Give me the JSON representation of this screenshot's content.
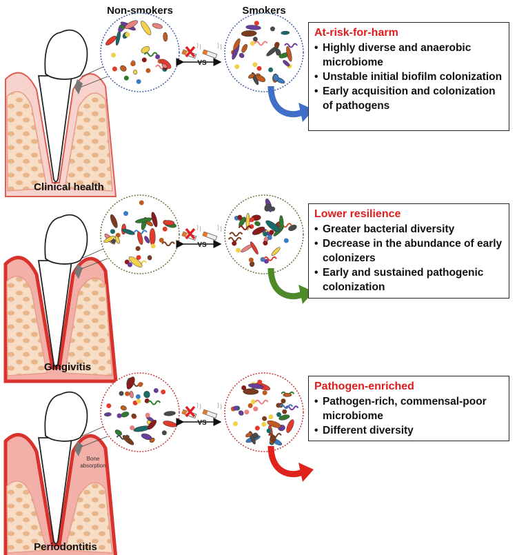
{
  "headers": {
    "non_smokers": "Non-smokers",
    "smokers": "Smokers"
  },
  "vs_label": "VS",
  "stages": [
    {
      "label": "Clinical health",
      "title": "At-risk-for-harm",
      "bullets": [
        "Highly diverse and anaerobic microbiome",
        "Unstable initial biofilm colonization",
        "Early acquisition and colonization of pathogens"
      ],
      "arrow_color": "#3f6fc6",
      "circle_border": "#3a5aa0"
    },
    {
      "label": "Gingivitis",
      "title": "Lower resilience",
      "bullets": [
        "Greater bacterial diversity",
        "Decrease in the abundance of early colonizers",
        "Early and sustained pathogenic colonization"
      ],
      "arrow_color": "#4e8a2a",
      "circle_border": "#6b6b3a"
    },
    {
      "label": "Periodontitis",
      "title": "Pathogen-enriched",
      "bullets": [
        "Pathogen-rich, commensal-poor microbiome",
        "Different diversity"
      ],
      "arrow_color": "#e0221c",
      "circle_border": "#c83030",
      "bone_label": "Bone absorption"
    }
  ],
  "colors": {
    "title_red": "#e01b1b",
    "gum_pink": "#f5c9c4",
    "gum_red": "#d9312c",
    "bone_tan": "#e8b48a"
  }
}
